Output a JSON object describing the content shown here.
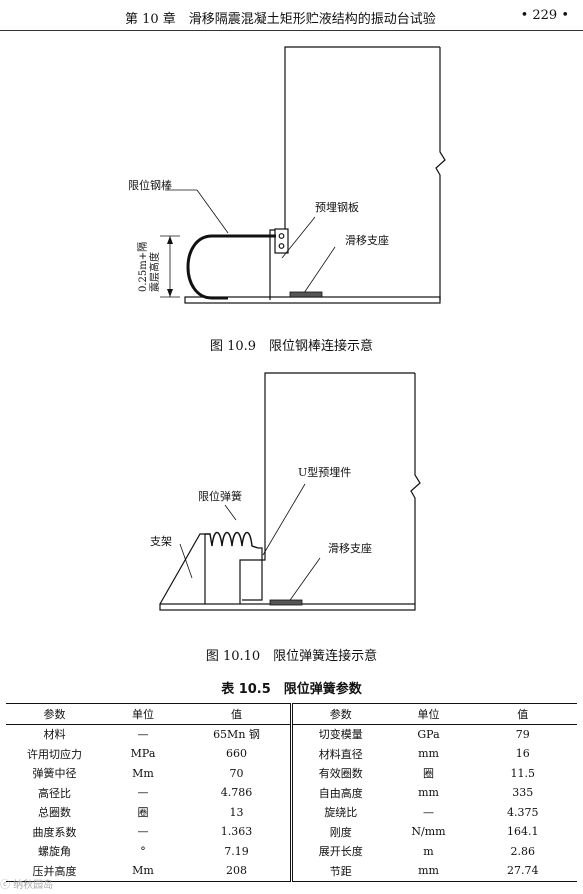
{
  "header": {
    "chapter": "第 10 章　滑移隔震混凝土矩形贮液结构的振动台试验",
    "page_number": "• 229 •"
  },
  "figure1": {
    "caption": "图 10.9　限位钢棒连接示意",
    "labels": {
      "rod": "限位钢棒",
      "plate": "预埋钢板",
      "bearing": "滑移支座",
      "height_line1": "0.25m+隔",
      "height_line2": "震层高度"
    }
  },
  "figure2": {
    "caption": "图 10.10　限位弹簧连接示意",
    "labels": {
      "ubolt": "U型预埋件",
      "spring": "限位弹簧",
      "support": "支架",
      "bearing": "滑移支座"
    }
  },
  "table": {
    "title": "表 10.5　限位弹簧参数",
    "headers": [
      "参数",
      "单位",
      "值",
      "参数",
      "单位",
      "值"
    ],
    "rows": [
      [
        "材料",
        "—",
        "65Mn 钢",
        "切变模量",
        "GPa",
        "79"
      ],
      [
        "许用切应力",
        "MPa",
        "660",
        "材料直径",
        "mm",
        "16"
      ],
      [
        "弹簧中径",
        "Mm",
        "70",
        "有效圈数",
        "圈",
        "11.5"
      ],
      [
        "高径比",
        "—",
        "4.786",
        "自由高度",
        "mm",
        "335"
      ],
      [
        "总圈数",
        "圈",
        "13",
        "旋绕比",
        "—",
        "4.375"
      ],
      [
        "曲度系数",
        "—",
        "1.363",
        "刚度",
        "N/mm",
        "164.1"
      ],
      [
        "螺旋角",
        "°",
        "7.19",
        "展开长度",
        "m",
        "2.86"
      ],
      [
        "压并高度",
        "Mm",
        "208",
        "节距",
        "mm",
        "27.74"
      ]
    ]
  },
  "watermark": "ⓒ 纳秋园岛"
}
